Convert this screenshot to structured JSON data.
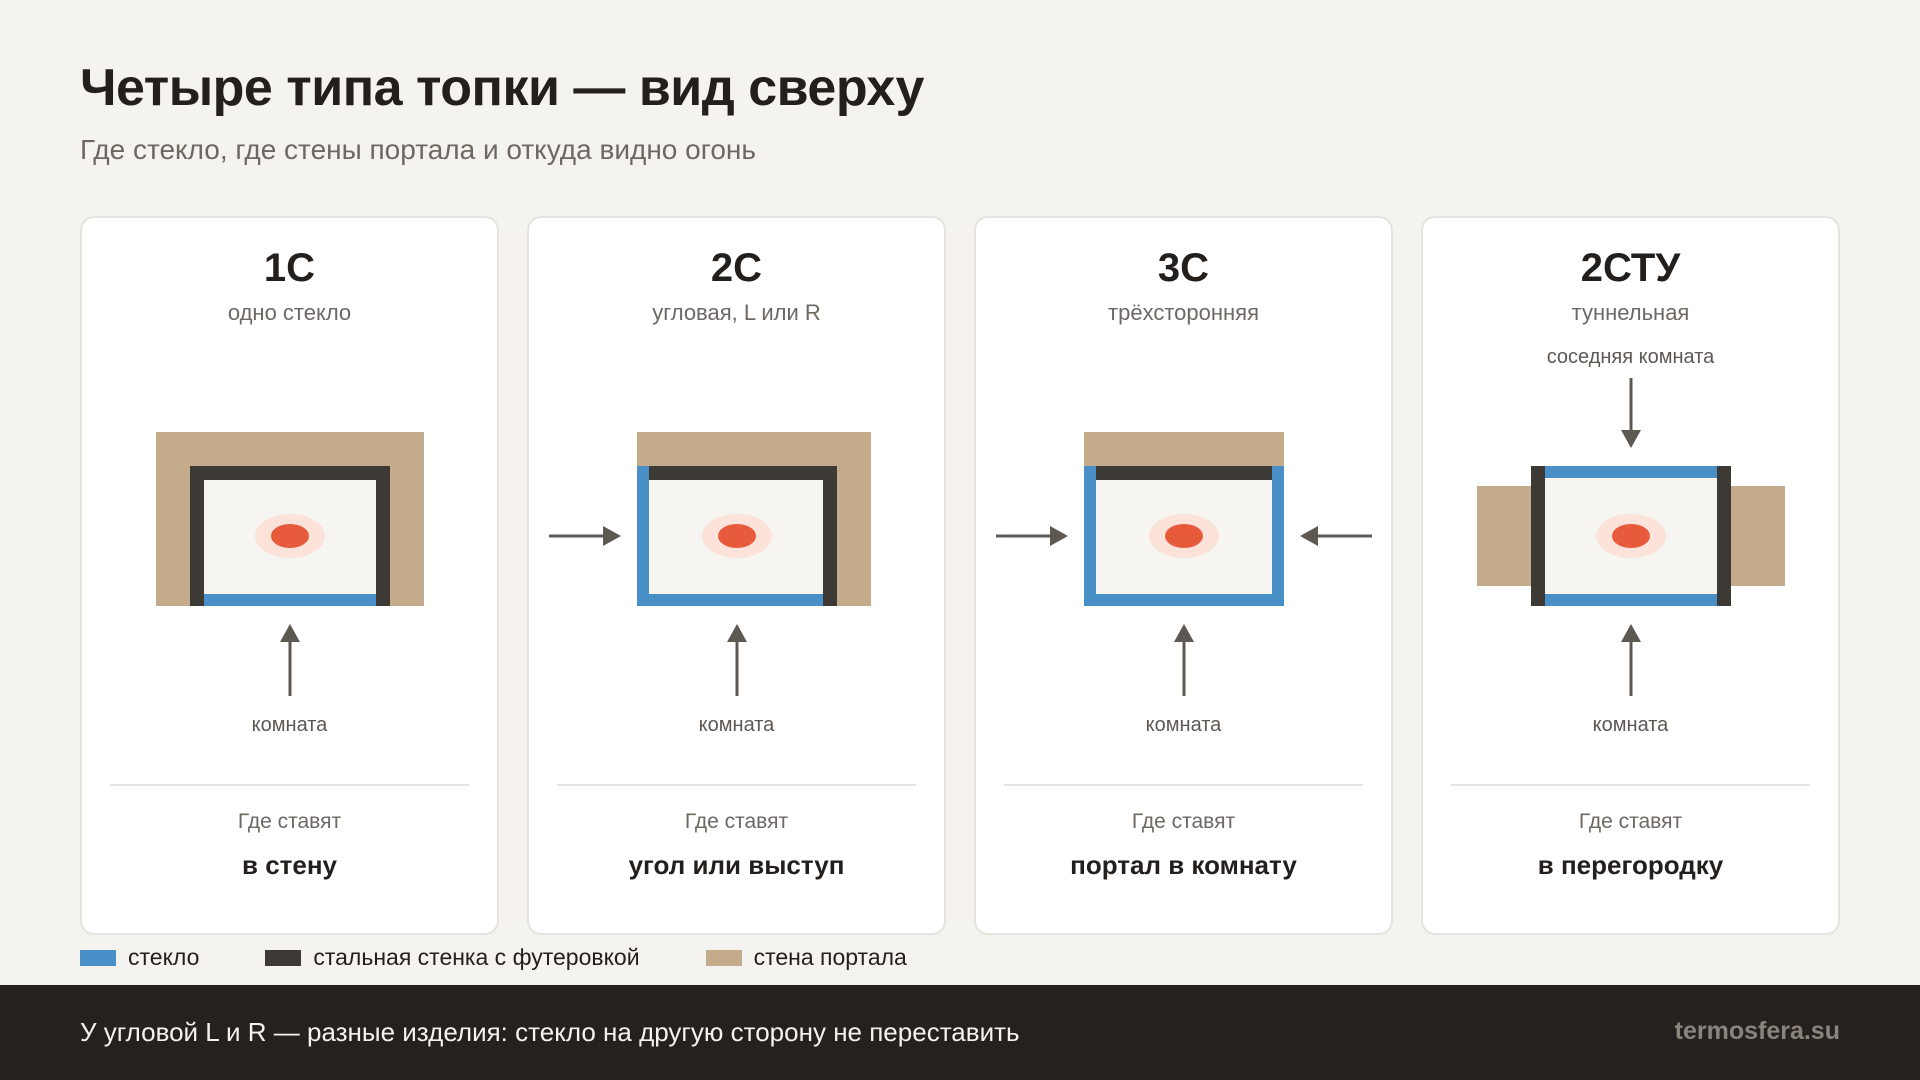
{
  "header": {
    "title": "Четыре типа топки — вид сверху",
    "subtitle": "Где стекло, где стены портала и откуда видно огонь"
  },
  "colors": {
    "glass": "#4a90c8",
    "steel_wall": "#3d3a36",
    "portal_wall": "#c4ab8c",
    "fire": "#e85a3c",
    "fire_glow": "#fbe3da",
    "chamber": "#f7f5f2",
    "arrow": "#5d5852"
  },
  "cards": [
    {
      "code": "1С",
      "type": "одно стекло",
      "top_label": "",
      "room_label": "комната",
      "where_label": "Где ставят",
      "where_value": "в стену",
      "glass_sides": [
        "bottom"
      ],
      "portal_sides": [
        "back",
        "left",
        "right"
      ],
      "side_arrows": []
    },
    {
      "code": "2С",
      "type": "угловая, L или R",
      "top_label": "",
      "room_label": "комната",
      "where_label": "Где ставят",
      "where_value": "угол или выступ",
      "glass_sides": [
        "bottom",
        "left"
      ],
      "portal_sides": [
        "back",
        "right"
      ],
      "side_arrows": [
        "left"
      ]
    },
    {
      "code": "3С",
      "type": "трёхсторонняя",
      "top_label": "",
      "room_label": "комната",
      "where_label": "Где ставят",
      "where_value": "портал в комнату",
      "glass_sides": [
        "bottom",
        "left",
        "right"
      ],
      "portal_sides": [
        "back"
      ],
      "side_arrows": [
        "left",
        "right"
      ]
    },
    {
      "code": "2СТУ",
      "type": "туннельная",
      "top_label": "соседняя комната",
      "room_label": "комната",
      "where_label": "Где ставят",
      "where_value": "в перегородку",
      "glass_sides": [
        "bottom",
        "top"
      ],
      "portal_sides": [
        "left",
        "right"
      ],
      "side_arrows": []
    }
  ],
  "legend": [
    {
      "label": "стекло",
      "color": "#4a90c8"
    },
    {
      "label": "стальная стенка с футеровкой",
      "color": "#3d3a36"
    },
    {
      "label": "стена портала",
      "color": "#c4ab8c"
    }
  ],
  "footer": {
    "note": "У угловой L и R — разные изделия: стекло на другую сторону не переставить",
    "brand": "termosfera.su"
  }
}
